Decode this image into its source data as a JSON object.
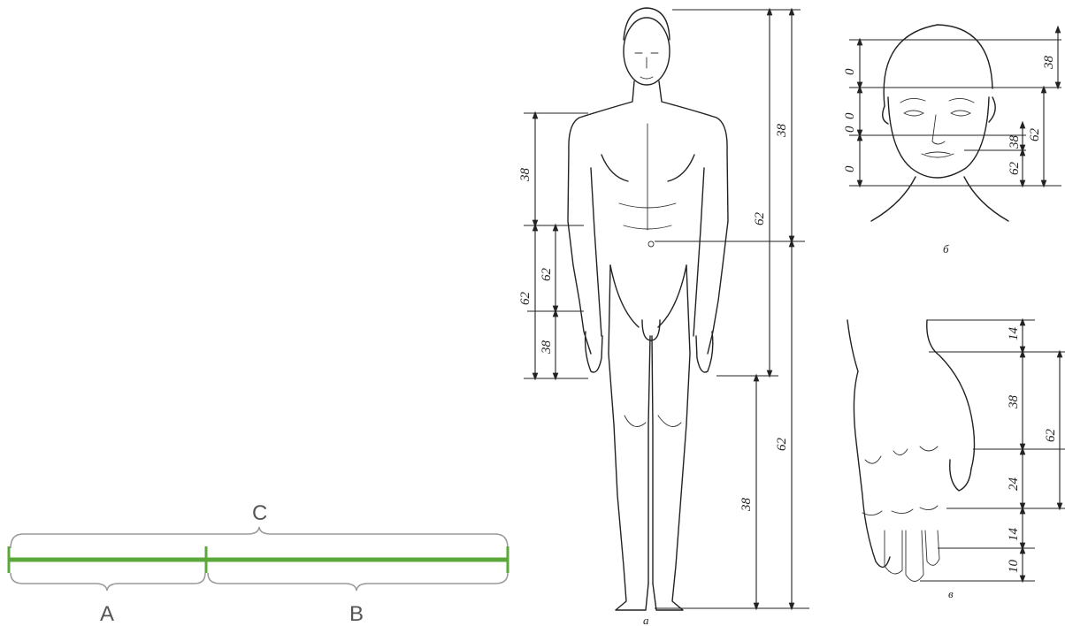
{
  "segment_diagram": {
    "whole_label": "C",
    "part_a_label": "A",
    "part_b_label": "B",
    "line_color": "#5aa83a",
    "brace_color": "#999999"
  },
  "body_figure": {
    "caption": "а",
    "left_dims": [
      "38",
      "62",
      "62",
      "38"
    ],
    "right_dims": [
      "38",
      "62",
      "62",
      "38"
    ]
  },
  "head_figure": {
    "caption": "б",
    "left_dims": [
      "0",
      "0",
      "0",
      "0"
    ],
    "right_dims": [
      "38",
      "62",
      "38",
      "62"
    ]
  },
  "hand_figure": {
    "caption": "в",
    "dims": [
      "14",
      "38",
      "24",
      "14",
      "10",
      "62"
    ]
  }
}
